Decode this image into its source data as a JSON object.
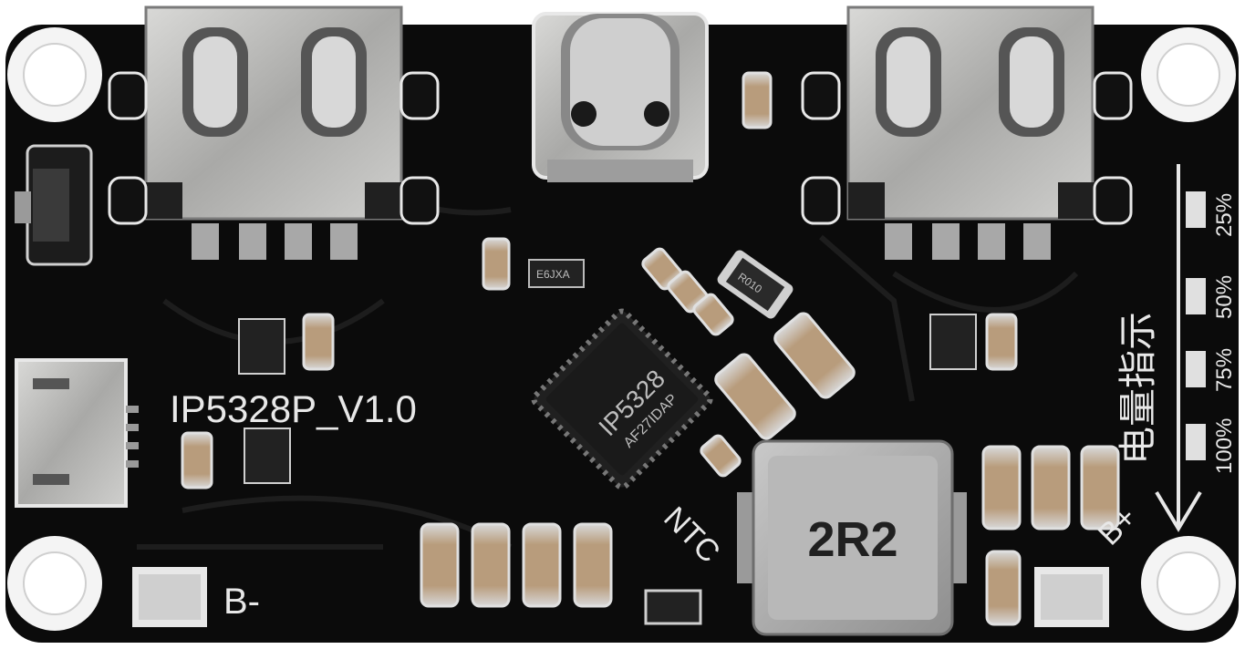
{
  "board": {
    "model_label": "IP5328P_V1.0",
    "chip_main": "IP5328",
    "chip_sub": "AF27IDAP",
    "inductor_label": "2R2",
    "ntc_label": "NTC",
    "b_minus_label": "B-",
    "b_plus_label": "B+",
    "resistor_label": "R010",
    "small_chip_label": "E6JXA",
    "led_indicator_title": "电量指示",
    "led_levels": [
      "25%",
      "50%",
      "75%",
      "100%"
    ],
    "colors": {
      "pcb": "#0b0b0b",
      "silkscreen": "#e8e8e8",
      "metal": "#c2c2c0",
      "capacitor": "#b89c7c"
    }
  }
}
